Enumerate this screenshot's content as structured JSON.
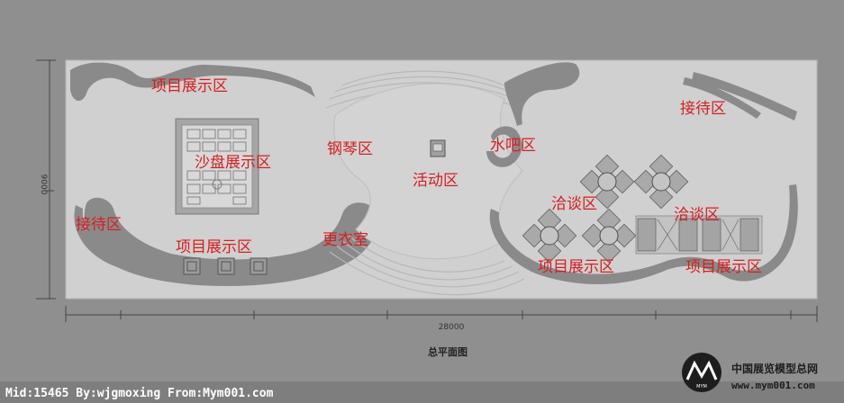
{
  "plan": {
    "title": "总平面图",
    "width_dim": "28000",
    "height_dim": "9000"
  },
  "zones": [
    {
      "id": "project-top-left",
      "label": "项目展示区"
    },
    {
      "id": "sandtable",
      "label": "沙盘展示区"
    },
    {
      "id": "piano",
      "label": "钢琴区"
    },
    {
      "id": "activity",
      "label": "活动区"
    },
    {
      "id": "water-bar",
      "label": "水吧区"
    },
    {
      "id": "reception-right",
      "label": "接待区"
    },
    {
      "id": "negotiation-1",
      "label": "洽谈区"
    },
    {
      "id": "negotiation-2",
      "label": "洽谈区"
    },
    {
      "id": "reception-left",
      "label": "接待区"
    },
    {
      "id": "project-bottom-left",
      "label": "项目展示区"
    },
    {
      "id": "changing-room",
      "label": "更衣室"
    },
    {
      "id": "project-bottom-mid",
      "label": "项目展示区"
    },
    {
      "id": "project-bottom-right",
      "label": "项目展示区"
    }
  ],
  "watermark": "Mid:15465 By:wjgmoxing From:Mym001.com",
  "brand": {
    "logo_text": "MYM",
    "name": "中国展览模型总网",
    "url": "www.mym001.com"
  },
  "colors": {
    "background": "#8f8f8f",
    "floor": "#d0d0d0",
    "curve": "#8a8a8a",
    "label": "#d81e1e"
  }
}
